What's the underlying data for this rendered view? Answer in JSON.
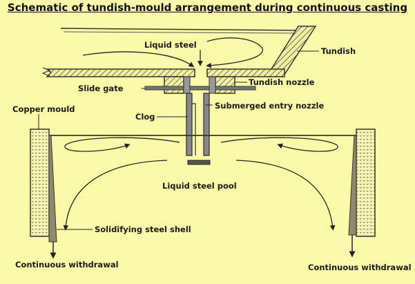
{
  "title": "Schematic of tundish-mould arrangement during continuous casting",
  "labels": {
    "liquid_steel": "Liquid steel",
    "tundish": "Tundish",
    "slide_gate": "Slide gate",
    "tundish_nozzle": "Tundish nozzle",
    "copper_mould": "Copper mould",
    "submerged_entry_nozzle": "Submerged entry nozzle",
    "clog": "Clog",
    "liquid_steel_pool": "Liquid steel pool",
    "solidifying_steel_shell": "Solidifying steel shell",
    "withdrawal_left": "Continuous withdrawal",
    "withdrawal_right": "Continuous withdrawal"
  },
  "colors": {
    "background": "#faf9a9",
    "ink": "#2a2a2a",
    "shell": "#8f8a6a"
  }
}
